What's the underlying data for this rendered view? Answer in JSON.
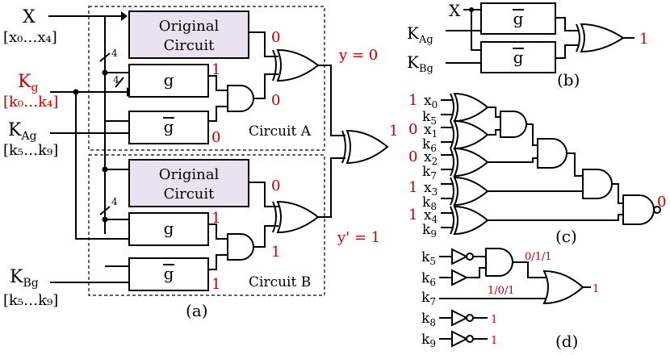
{
  "panel_a": {
    "caption": "(a)",
    "x_label": "X",
    "x_range": "[x₀…x₄]",
    "kg_label": "K",
    "kg_sub": "g",
    "kg_range": "[k₀…k₄]",
    "kag_label": "K",
    "kag_sub": "Ag",
    "kag_range": "[k₅…k₉]",
    "kbg_label": "K",
    "kbg_sub": "Bg",
    "kbg_range": "[k₅…k₉]",
    "original_circuit_line1": "Original",
    "original_circuit_line2": "Circuit",
    "g_label": "g",
    "bus_width": "4",
    "circuit_a_label": "Circuit A",
    "circuit_b_label": "Circuit B",
    "val_orig_a": "0",
    "val_g_a": "1",
    "val_gbar_a": "0",
    "val_and_a": "0",
    "val_orig_b": "0",
    "val_g_b": "1",
    "val_gbar_b": "1",
    "val_and_b": "1",
    "y_label": "y = 0",
    "yp_label": "y' = 1",
    "out_label": "1"
  },
  "panel_b": {
    "caption": "(b)",
    "x_label": "X",
    "kag_label": "K",
    "kag_sub": "Ag",
    "kbg_label": "K",
    "kbg_sub": "Bg",
    "g_label": "g",
    "out_label": "1"
  },
  "panel_c": {
    "caption": "(c)",
    "inputs": [
      {
        "val": "1",
        "x": "x",
        "xs": "0",
        "k": "k",
        "ks": "5"
      },
      {
        "val": "0",
        "x": "x",
        "xs": "1",
        "k": "k",
        "ks": "6"
      },
      {
        "val": "0",
        "x": "x",
        "xs": "2",
        "k": "k",
        "ks": "7"
      },
      {
        "val": "1",
        "x": "x",
        "xs": "3",
        "k": "k",
        "ks": "8"
      },
      {
        "val": "1",
        "x": "x",
        "xs": "4",
        "k": "k",
        "ks": "9"
      }
    ],
    "out_label": "0"
  },
  "panel_d": {
    "caption": "(d)",
    "inputs": [
      {
        "k": "k",
        "ks": "5"
      },
      {
        "k": "k",
        "ks": "6"
      },
      {
        "k": "k",
        "ks": "7"
      },
      {
        "k": "k",
        "ks": "8"
      },
      {
        "k": "k",
        "ks": "9"
      }
    ],
    "and_label": "0/1/1",
    "k7_label": "1/0/1",
    "or_out": "1",
    "k8_out": "1",
    "k9_out": "1"
  }
}
